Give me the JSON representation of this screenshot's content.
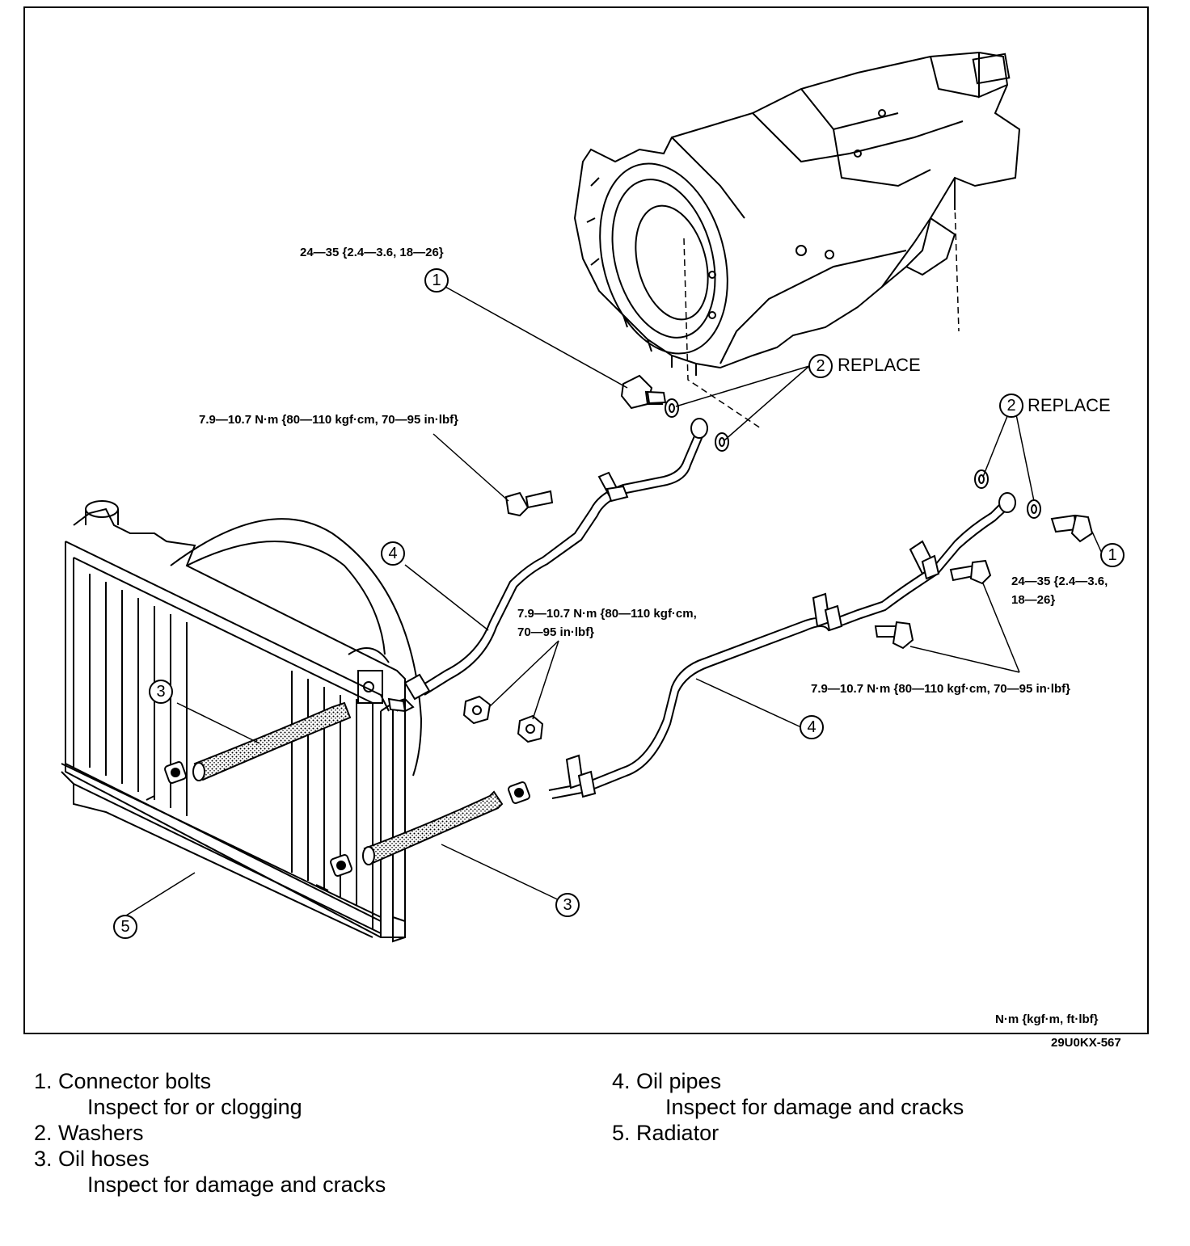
{
  "figure": {
    "code": "29U0KX-567",
    "units": "N·m {kgf·m, ft·lbf}",
    "callouts": {
      "torque_bolt_top": "24—35 {2.4—3.6, 18—26}",
      "torque_bolt_right_1": "24—35 {2.4—3.6,",
      "torque_bolt_right_2": "18—26}",
      "torque_clamp_left": "7.9—10.7 N·m {80—110 kgf·cm, 70—95 in·lbf}",
      "torque_nut_mid_1": "7.9—10.7 N·m {80—110 kgf·cm,",
      "torque_nut_mid_2": "70—95 in·lbf}",
      "torque_clamp_right": "7.9—10.7 N·m {80—110 kgf·cm, 70—95 in·lbf}",
      "replace_left": "REPLACE",
      "replace_right": "REPLACE"
    },
    "numbers": {
      "n1": "1",
      "n2": "2",
      "n3": "3",
      "n4": "4",
      "n5": "5"
    }
  },
  "legend": {
    "left": [
      {
        "label": "1. Connector bolts",
        "note": "Inspect for or clogging"
      },
      {
        "label": "2. Washers",
        "note": ""
      },
      {
        "label": "3. Oil hoses",
        "note": "Inspect for damage and cracks"
      }
    ],
    "right": [
      {
        "label": "4. Oil pipes",
        "note": "Inspect for damage and cracks"
      },
      {
        "label": "5. Radiator",
        "note": ""
      }
    ]
  }
}
